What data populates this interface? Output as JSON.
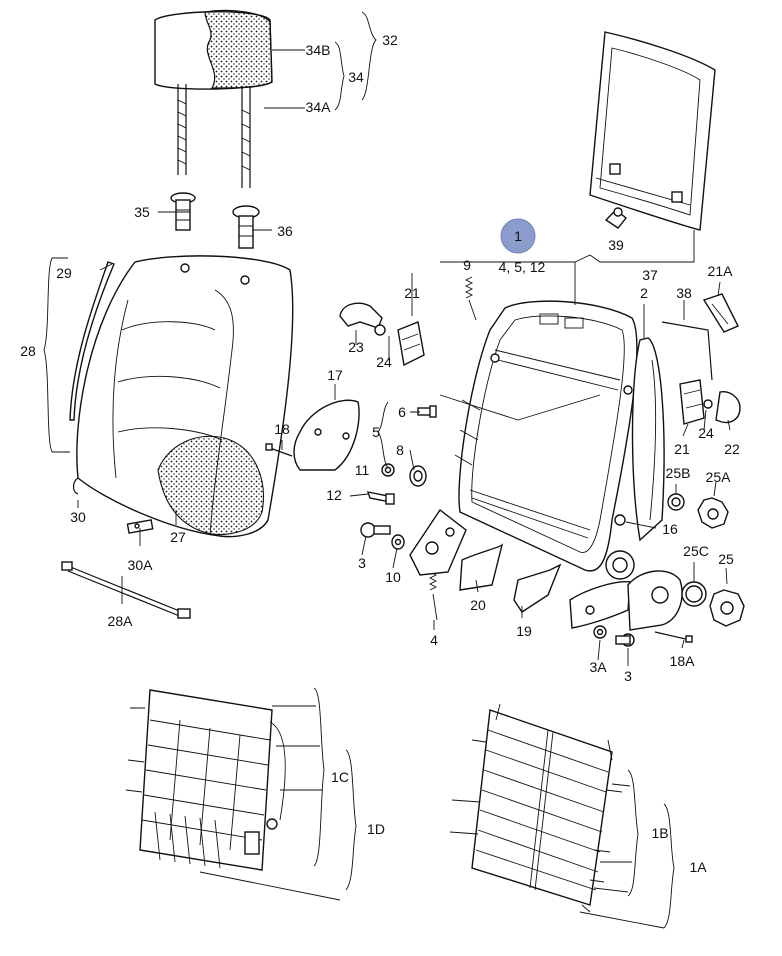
{
  "callouts": {
    "p1": "1",
    "p1_sub": "4, 5, 12",
    "p2": "2",
    "p3a": "3",
    "p3b": "3",
    "p3A": "3A",
    "p4": "4",
    "p5": "5",
    "p6": "6",
    "p8": "8",
    "p9": "9",
    "p10": "10",
    "p11": "11",
    "p12": "12",
    "p16": "16",
    "p17": "17",
    "p18": "18",
    "p18A": "18A",
    "p19": "19",
    "p20": "20",
    "p21a": "21",
    "p21b": "21",
    "p21A": "21A",
    "p22": "22",
    "p23": "23",
    "p24a": "24",
    "p24b": "24",
    "p25": "25",
    "p25A": "25A",
    "p25B": "25B",
    "p25C": "25C",
    "p27": "27",
    "p28": "28",
    "p28A": "28A",
    "p29": "29",
    "p30": "30",
    "p30A": "30A",
    "p32": "32",
    "p34": "34",
    "p34A": "34A",
    "p34B": "34B",
    "p35": "35",
    "p36": "36",
    "p37": "37",
    "p38": "38",
    "p39": "39",
    "p1A": "1A",
    "p1B": "1B",
    "p1C": "1C",
    "p1D": "1D"
  },
  "colors": {
    "line": "#111111",
    "highlight_circle": "#8c9ccc"
  }
}
